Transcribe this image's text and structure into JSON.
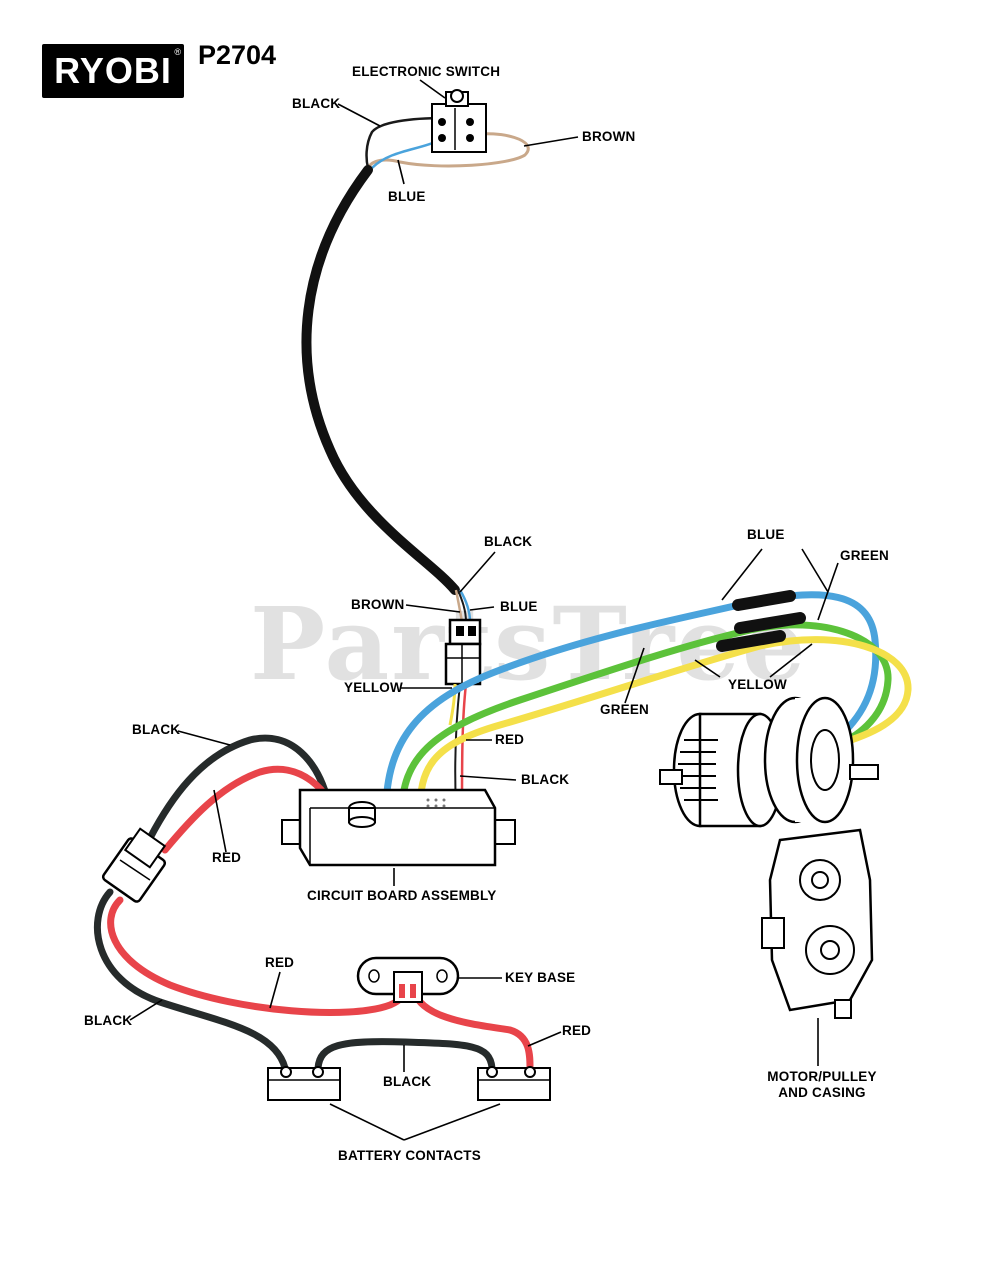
{
  "brand": {
    "logo_text": "RYOBI",
    "registered_mark": "®"
  },
  "model": "P2704",
  "watermark": "PartsTree",
  "labels": {
    "electronic_switch": "ELECTRONIC SWITCH",
    "switch_black": "BLACK",
    "switch_brown": "BROWN",
    "switch_blue": "BLUE",
    "connector_black": "BLACK",
    "connector_brown": "BROWN",
    "connector_blue": "BLUE",
    "connector_yellow": "YELLOW",
    "motor_blue": "BLUE",
    "motor_green": "GREEN",
    "motor_yellow": "YELLOW",
    "mid_green": "GREEN",
    "board_red": "RED",
    "board_black": "BLACK",
    "plug_black": "BLACK",
    "plug_red": "RED",
    "circuit_board": "CIRCUIT BOARD ASSEMBLY",
    "harness_red": "RED",
    "key_base": "KEY BASE",
    "harness_black": "BLACK",
    "contact_red": "RED",
    "contact_black": "BLACK",
    "motor_line1": "MOTOR/PULLEY",
    "motor_line2": "AND CASING",
    "battery_contacts": "BATTERY CONTACTS"
  },
  "colors": {
    "black_wire": "#1a1a1a",
    "red_wire": "#e8444a",
    "blue_wire": "#4aa3dc",
    "green_wire": "#5cc23a",
    "yellow_wire": "#f4e04a",
    "brown_wire": "#c9a88a"
  }
}
